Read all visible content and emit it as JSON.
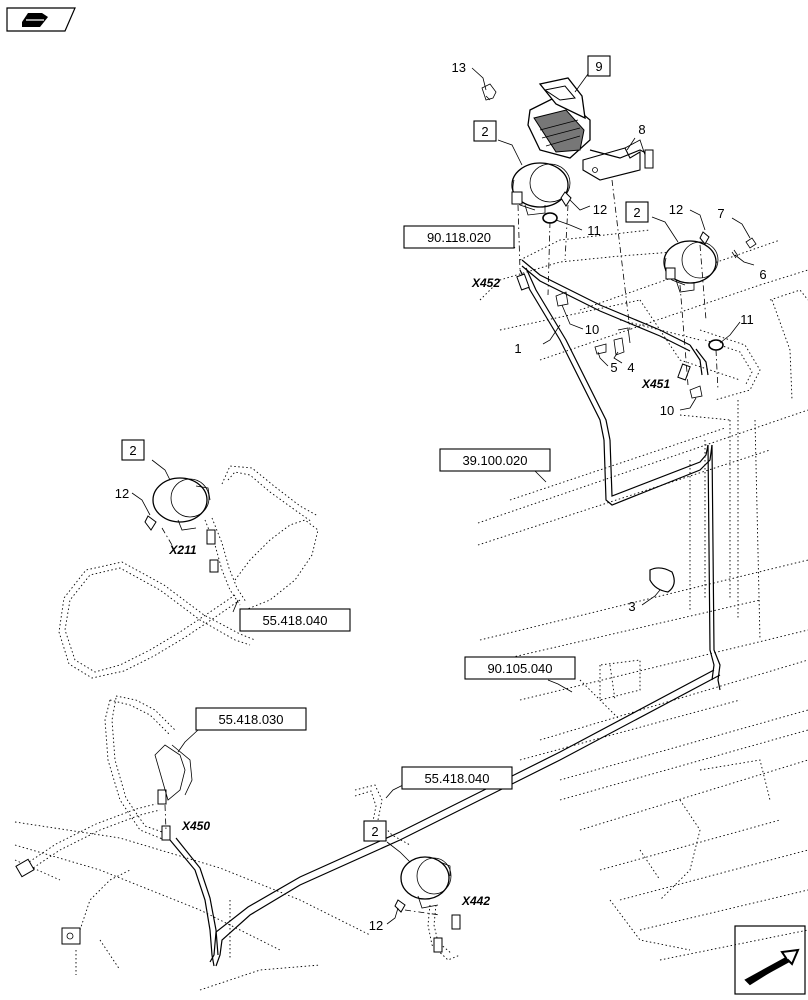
{
  "nav": {
    "prev_icon": "book-back-icon",
    "next_icon": "next-page-arrow-icon"
  },
  "callouts": {
    "c1": "1",
    "c2a": "2",
    "c2b": "2",
    "c2c": "2",
    "c2d": "2",
    "c3": "3",
    "c4": "4",
    "c5": "5",
    "c6": "6",
    "c7": "7",
    "c8": "8",
    "c9": "9",
    "c10a": "10",
    "c10b": "10",
    "c11a": "11",
    "c11b": "11",
    "c12a": "12",
    "c12b": "12",
    "c12c": "12",
    "c12d": "12",
    "c13": "13"
  },
  "references": {
    "r1": "90.118.020",
    "r2": "39.100.020",
    "r3": "55.418.040",
    "r4": "90.105.040",
    "r5": "55.418.030",
    "r6": "55.418.040"
  },
  "connectors": {
    "x452": "X452",
    "x451": "X451",
    "x211": "X211",
    "x450": "X450",
    "x442": "X442"
  }
}
